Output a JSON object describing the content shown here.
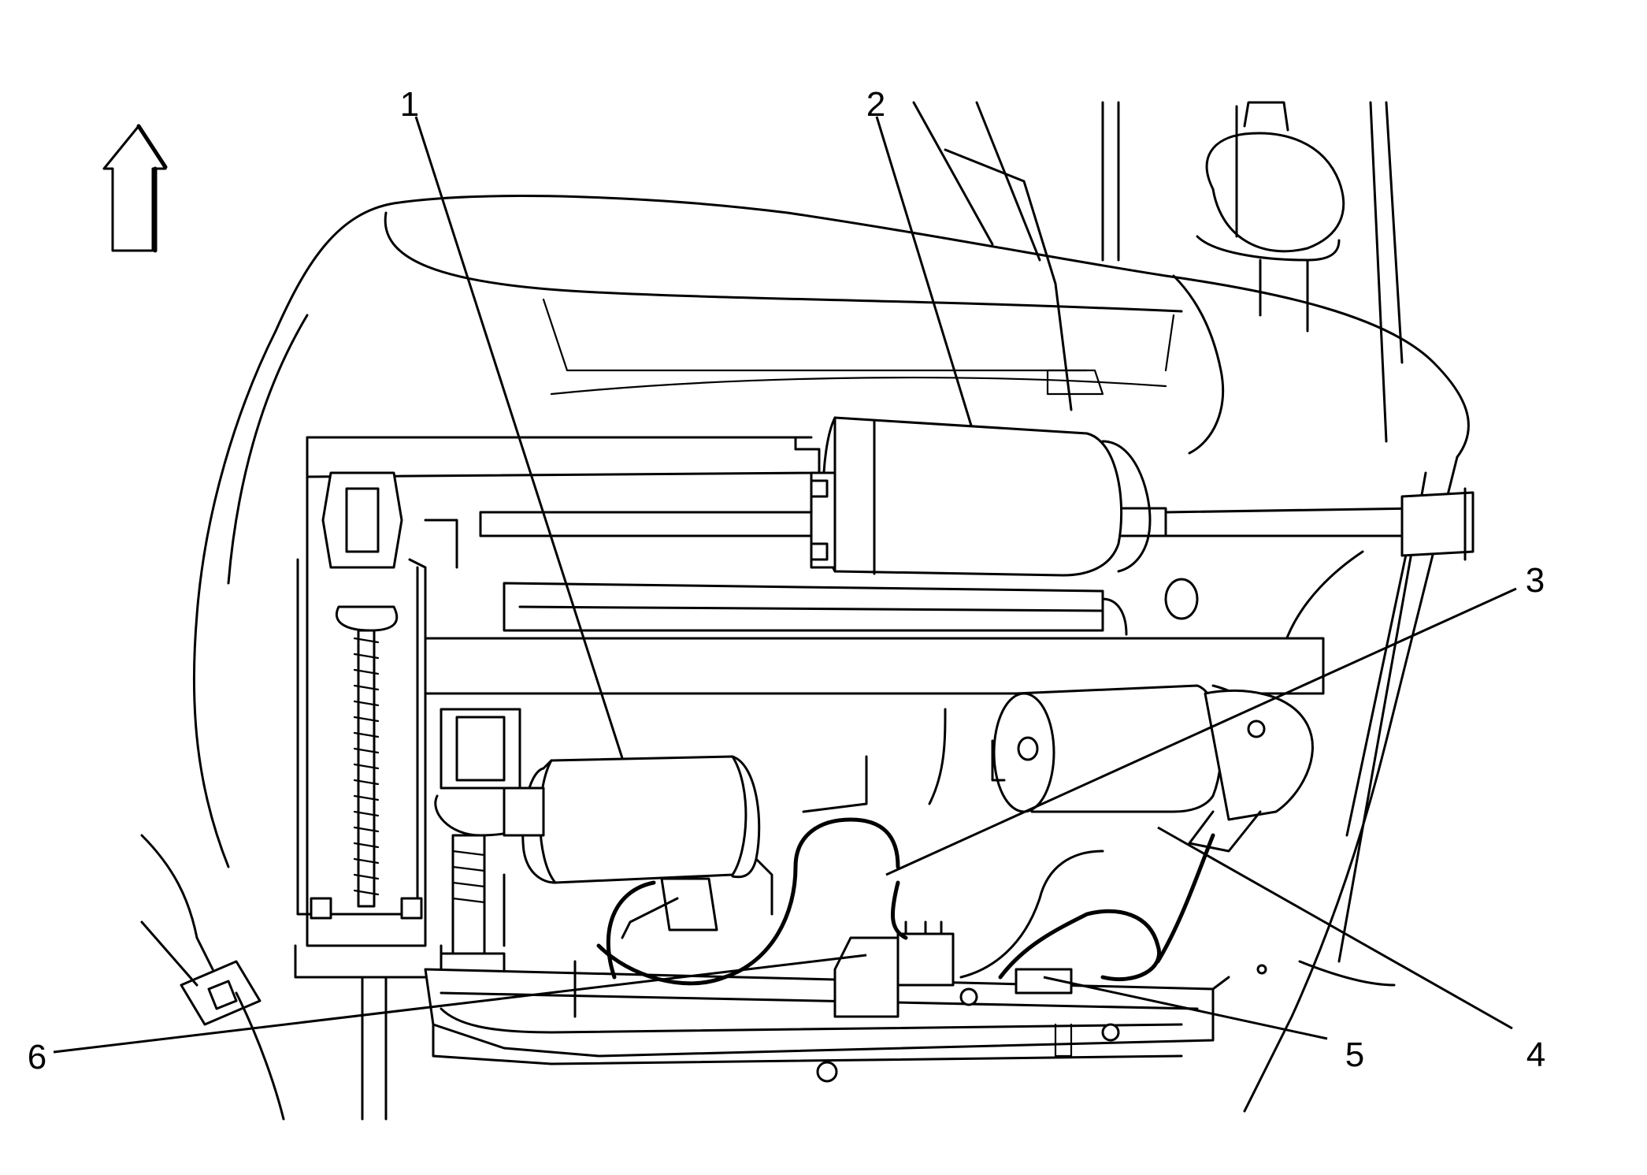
{
  "diagram": {
    "orientation_icon": "up-arrow-icon",
    "callouts": [
      {
        "id": "1",
        "label": "1"
      },
      {
        "id": "2",
        "label": "2"
      },
      {
        "id": "3",
        "label": "3"
      },
      {
        "id": "4",
        "label": "4"
      },
      {
        "id": "5",
        "label": "5"
      },
      {
        "id": "6",
        "label": "6"
      }
    ]
  }
}
